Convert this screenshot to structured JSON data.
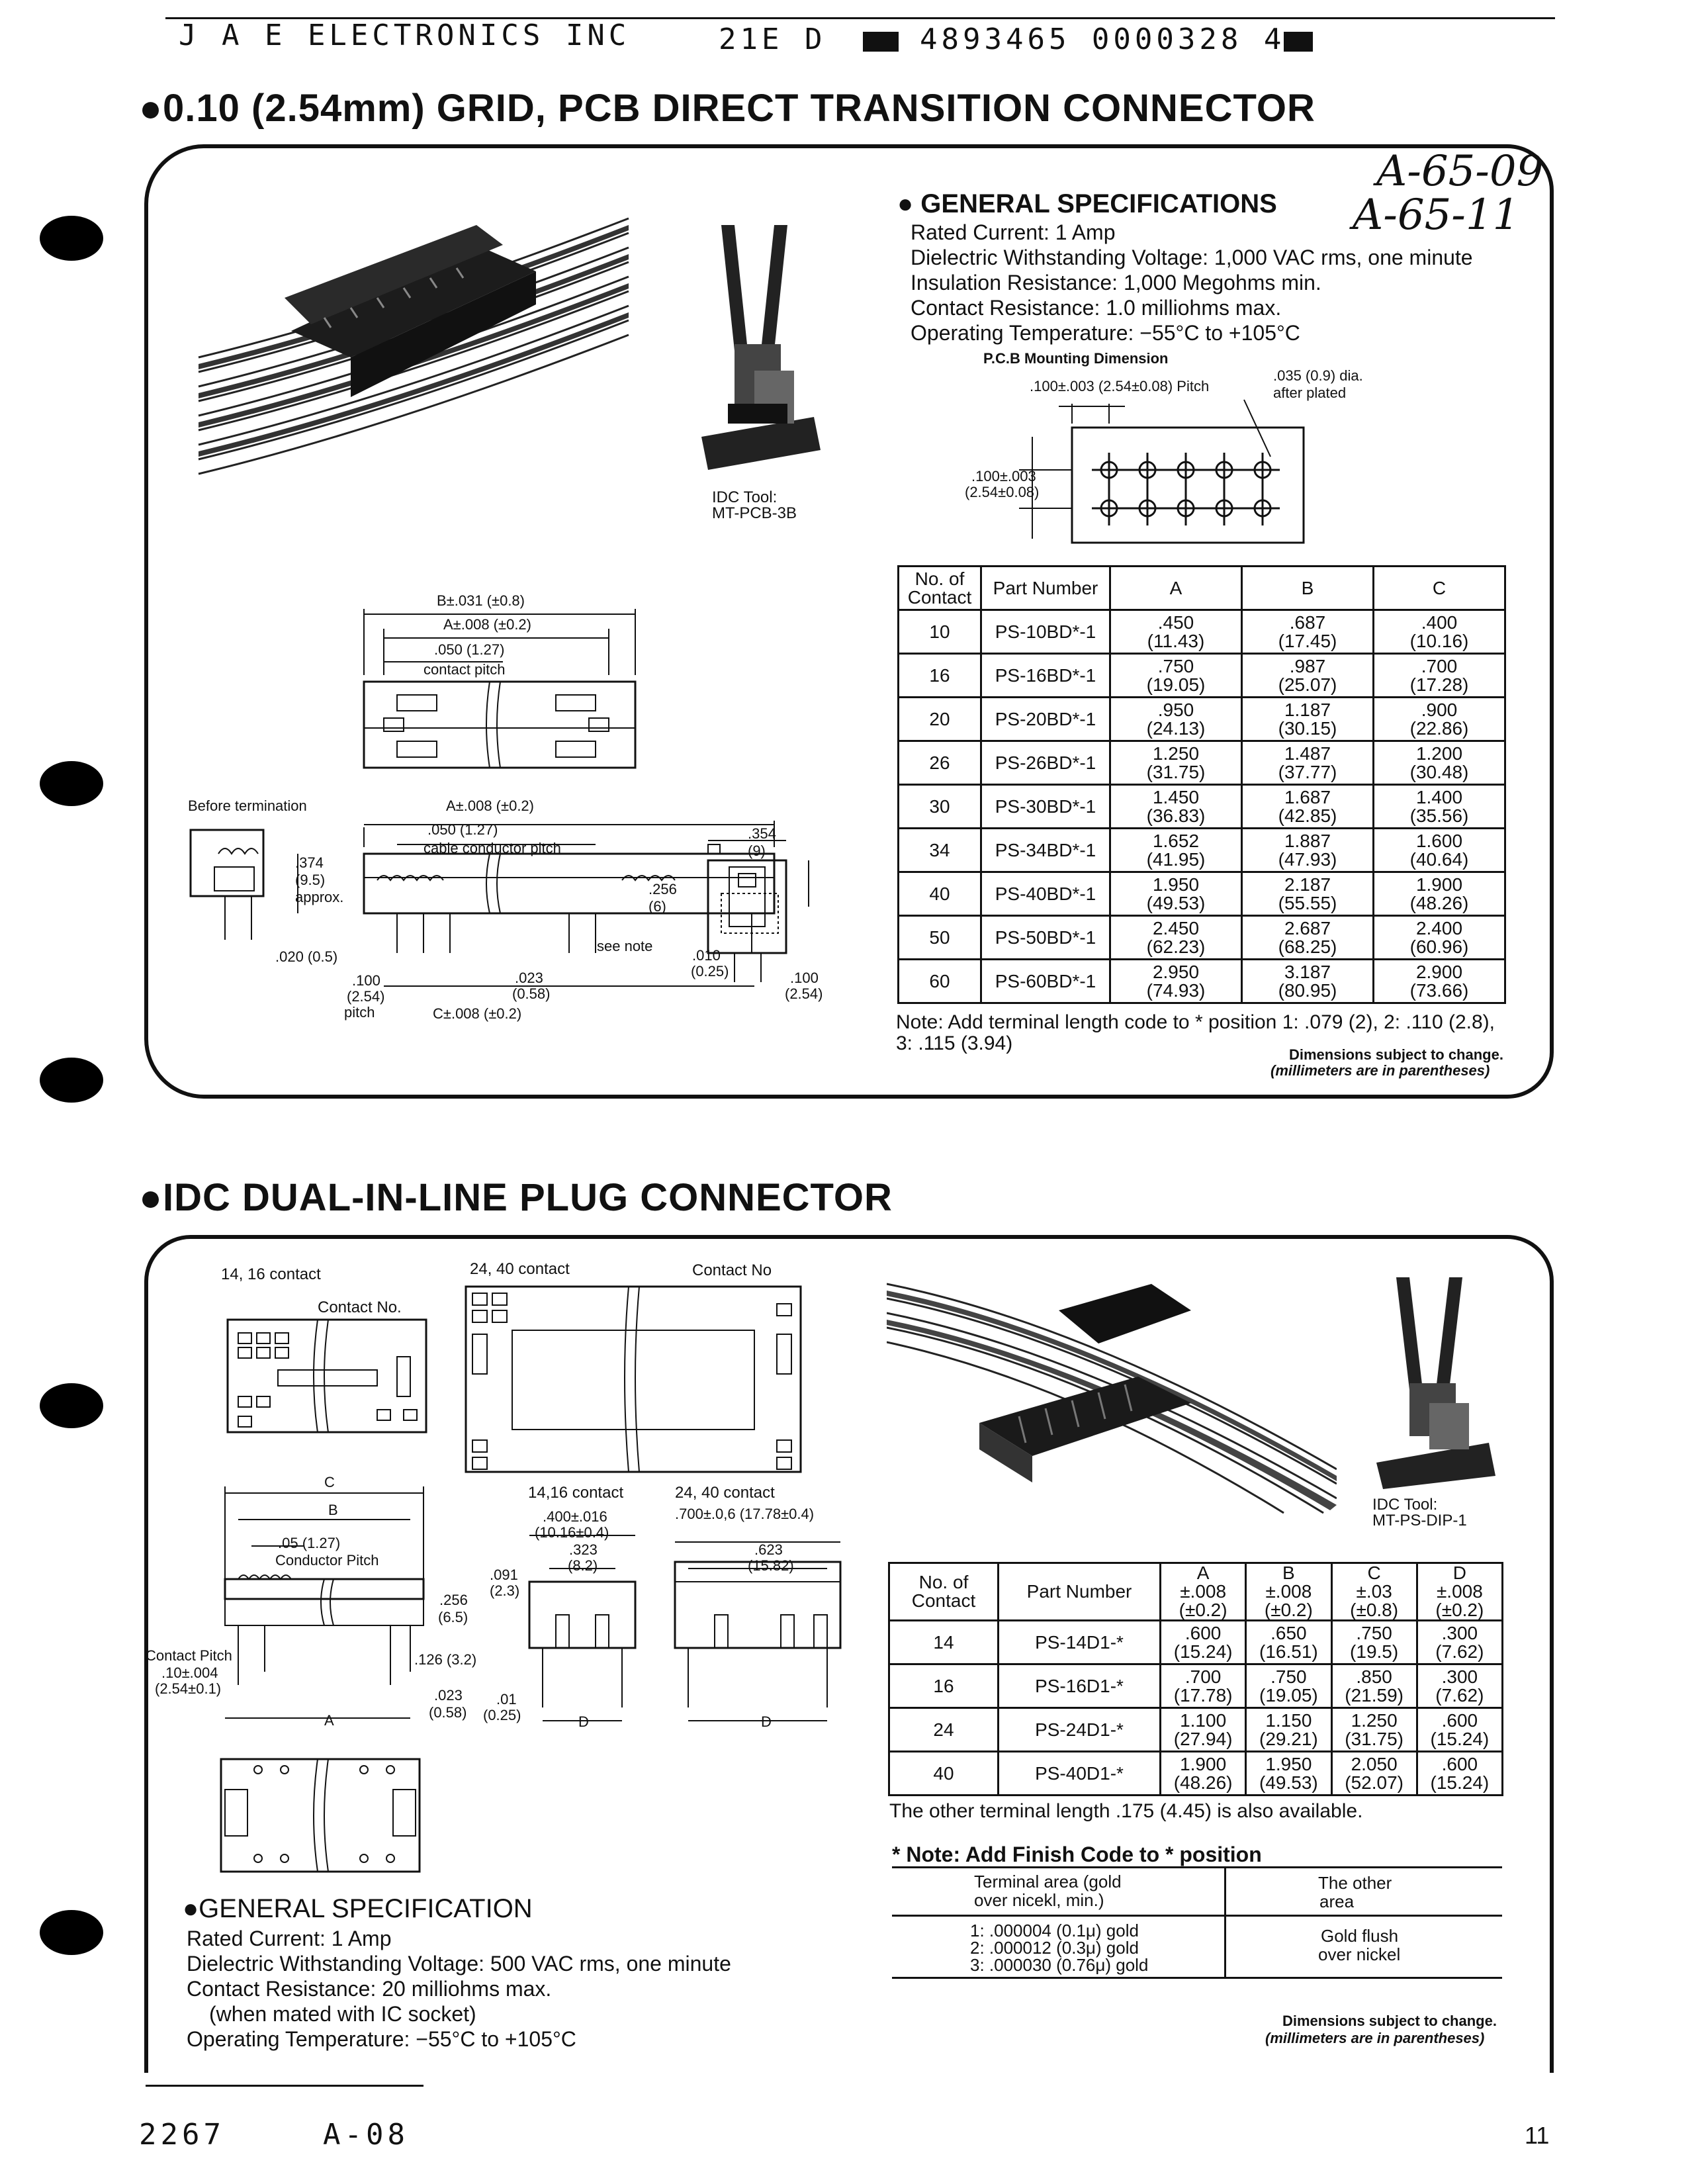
{
  "header": {
    "left": "J A E ELECTRONICS INC",
    "middle": "21E D",
    "code": "4893465 0000328 4"
  },
  "section1": {
    "title": "●0.10 (2.54mm) GRID, PCB DIRECT TRANSITION CONNECTOR",
    "handwritten": [
      "A-65-09",
      "A-65-11"
    ],
    "spec_title": "● GENERAL SPECIFICATIONS",
    "specs": [
      "Rated Current: 1 Amp",
      "Dielectric Withstanding Voltage: 1,000 VAC rms, one minute",
      "Insulation Resistance: 1,000 Megohms min.",
      "Contact Resistance: 1.0 milliohms max.",
      "Operating Temperature: −55°C to +105°C"
    ],
    "pcb_title": "P.C.B Mounting Dimension",
    "pcb_pitch": ".100±.003 (2.54±0.08) Pitch",
    "pcb_hole": ".035 (0.9) dia.",
    "pcb_hole2": "after plated",
    "pcb_row": ".100±.003",
    "pcb_row2": "(2.54±0.08)",
    "tool_label": "IDC Tool:",
    "tool_name": "MT-PCB-3B",
    "dims": {
      "b": "B±.031 (±0.8)",
      "a": "A±.008 (±0.2)",
      "pitch": ".050 (1.27)",
      "pitch_label": "contact pitch",
      "before": "Before termination",
      "a2": "A±.008 (±0.2)",
      "pitch2": ".050 (1.27)",
      "cable_pitch": "cable conductor pitch",
      "h374": ".374",
      "h374m": "(9.5)",
      "approx": "approx.",
      "d256": ".256",
      "d256m": "(6)",
      "w354": ".354",
      "w354m": "(9)",
      "d020": ".020 (0.5)",
      "see_note": "see note",
      "d010": ".010",
      "d010m": "(0.25)",
      "d100": ".100",
      "d100m": "(2.54)",
      "d100p": ".100",
      "d100pm": "(2.54)",
      "pitch_word": "pitch",
      "d023": ".023",
      "d023m": "(0.58)",
      "c": "C±.008 (±0.2)"
    },
    "table": {
      "headers": [
        "No. of Contact",
        "Part Number",
        "A",
        "B",
        "C"
      ],
      "rows": [
        [
          "10",
          "PS-10BD*-1",
          ".450",
          "(11.43)",
          ".687",
          "(17.45)",
          ".400",
          "(10.16)"
        ],
        [
          "16",
          "PS-16BD*-1",
          ".750",
          "(19.05)",
          ".987",
          "(25.07)",
          ".700",
          "(17.28)"
        ],
        [
          "20",
          "PS-20BD*-1",
          ".950",
          "(24.13)",
          "1.187",
          "(30.15)",
          ".900",
          "(22.86)"
        ],
        [
          "26",
          "PS-26BD*-1",
          "1.250",
          "(31.75)",
          "1.487",
          "(37.77)",
          "1.200",
          "(30.48)"
        ],
        [
          "30",
          "PS-30BD*-1",
          "1.450",
          "(36.83)",
          "1.687",
          "(42.85)",
          "1.400",
          "(35.56)"
        ],
        [
          "34",
          "PS-34BD*-1",
          "1.652",
          "(41.95)",
          "1.887",
          "(47.93)",
          "1.600",
          "(40.64)"
        ],
        [
          "40",
          "PS-40BD*-1",
          "1.950",
          "(49.53)",
          "2.187",
          "(55.55)",
          "1.900",
          "(48.26)"
        ],
        [
          "50",
          "PS-50BD*-1",
          "2.450",
          "(62.23)",
          "2.687",
          "(68.25)",
          "2.400",
          "(60.96)"
        ],
        [
          "60",
          "PS-60BD*-1",
          "2.950",
          "(74.93)",
          "3.187",
          "(80.95)",
          "2.900",
          "(73.66)"
        ]
      ]
    },
    "note": "Note: Add terminal length code to * position 1: .079 (2), 2: .110 (2.8),",
    "note2": "3: .115 (3.94)",
    "dim_note": "Dimensions subject to change.",
    "dim_note2": "(millimeters are in parentheses)"
  },
  "section2": {
    "title": "●IDC DUAL-IN-LINE PLUG CONNECTOR",
    "label_1416": "14, 16 contact",
    "label_2440": "24, 40 contact",
    "contact_no": "Contact No.",
    "contact_no2": "Contact No",
    "dims": {
      "c": "C",
      "b": "B",
      "pitch": ".05 (1.27)",
      "pitch_label": "Conductor Pitch",
      "d256": ".256",
      "d256m": "(6.5)",
      "d091": ".091",
      "d091m": "(2.3)",
      "d126": ".126 (3.2)",
      "cp": "Contact Pitch",
      "cp1": ".10±.004",
      "cp2": "(2.54±0.1)",
      "d023": ".023",
      "d023m": "(0.58)",
      "d01": ".01",
      "d01m": "(0.25)",
      "a": "A",
      "label1416": "14,16 contact",
      "w400": ".400±.016",
      "w400m": "(10.16±0.4)",
      "w323": ".323",
      "w323m": "(8.2)",
      "d_label": "D",
      "label2440": "24, 40 contact",
      "w700": ".700±.0,6 (17.78±0.4)",
      "w623": ".623",
      "w623m": "(15.82)",
      "d_label2": "D"
    },
    "tool_label": "IDC Tool:",
    "tool_name": "MT-PS-DIP-1",
    "table": {
      "headers": [
        [
          "No. of",
          "Contact"
        ],
        [
          "Part Number"
        ],
        [
          "A",
          "±.008",
          "(±0.2)"
        ],
        [
          "B",
          "±.008",
          "(±0.2)"
        ],
        [
          "C",
          "±.03",
          "(±0.8)"
        ],
        [
          "D",
          "±.008",
          "(±0.2)"
        ]
      ],
      "rows": [
        [
          "14",
          "PS-14D1-*",
          ".600",
          "(15.24)",
          ".650",
          "(16.51)",
          ".750",
          "(19.5)",
          ".300",
          "(7.62)"
        ],
        [
          "16",
          "PS-16D1-*",
          ".700",
          "(17.78)",
          ".750",
          "(19.05)",
          ".850",
          "(21.59)",
          ".300",
          "(7.62)"
        ],
        [
          "24",
          "PS-24D1-*",
          "1.100",
          "(27.94)",
          "1.150",
          "(29.21)",
          "1.250",
          "(31.75)",
          ".600",
          "(15.24)"
        ],
        [
          "40",
          "PS-40D1-*",
          "1.900",
          "(48.26)",
          "1.950",
          "(49.53)",
          "2.050",
          "(52.07)",
          ".600",
          "(15.24)"
        ]
      ]
    },
    "other_length": "The other terminal length .175 (4.45) is also available.",
    "finish_title": "* Note: Add Finish Code to * position",
    "finish_h1": "Terminal area (gold",
    "finish_h1b": "over nicekl, min.)",
    "finish_h2": "The other",
    "finish_h2b": "area",
    "finish_r1": "1: .000004 (0.1μ) gold",
    "finish_r2": "2: .000012 (0.3μ) gold",
    "finish_r3": "3: .000030 (0.76μ) gold",
    "finish_v1": "Gold flush",
    "finish_v2": "over nickel",
    "spec_title": "●GENERAL SPECIFICATION",
    "specs": [
      "Rated Current: 1 Amp",
      "Dielectric Withstanding Voltage: 500 VAC rms, one minute",
      "Contact Resistance: 20 milliohms max.",
      "(when mated with IC socket)",
      "Operating Temperature: −55°C to +105°C"
    ],
    "dim_note": "Dimensions subject to change.",
    "dim_note2": "(millimeters are in parentheses)"
  },
  "footer": {
    "left": "2267",
    "mid": "A-08",
    "page": "11"
  }
}
